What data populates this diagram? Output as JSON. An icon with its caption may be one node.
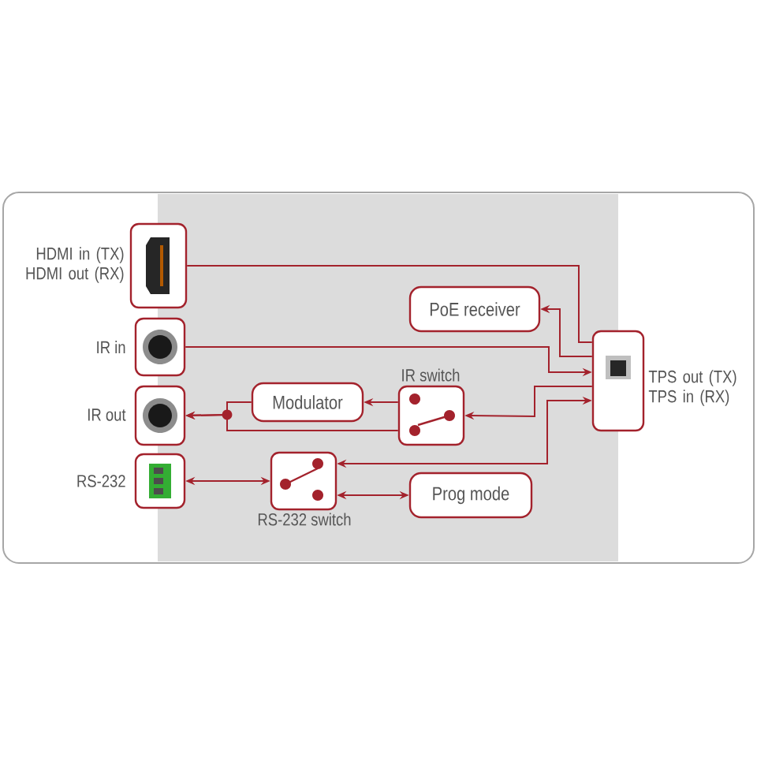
{
  "diagram": {
    "nodes": [
      {
        "text": [
          "HDMI in (TX) HDMI out (RX)"
        ]
      },
      {
        "text": [
          "IR in"
        ]
      },
      {
        "text": [
          "IR out"
        ]
      },
      {
        "text": [
          "RS-232"
        ]
      },
      {
        "text": [
          "PoE receiver"
        ]
      },
      {
        "text": [
          "Modulator"
        ]
      },
      {
        "text": [
          "IR switch"
        ]
      },
      {
        "text": [
          "RS-232 switch"
        ]
      },
      {
        "text": [
          "Prog mode"
        ]
      },
      {
        "text": [
          "TPS out (TX) TPS in (RX)"
        ]
      }
    ],
    "edges": [
      {
        "from": 0,
        "to": 9,
        "arrow": "none"
      },
      {
        "from": 9,
        "to": 4,
        "arrow": "to"
      },
      {
        "from": 1,
        "to": 9,
        "arrow": "to"
      },
      {
        "from": 9,
        "to": 6,
        "arrow": "to"
      },
      {
        "from": 6,
        "to": 5,
        "arrow": "to"
      },
      {
        "from": 5,
        "to": 2,
        "arrow": "to"
      },
      {
        "from": 6,
        "to": 2,
        "arrow": "to"
      },
      {
        "from": 3,
        "to": 7,
        "arrow": "both"
      },
      {
        "from": 7,
        "to": 9,
        "arrow": "both"
      },
      {
        "from": 7,
        "to": 8,
        "arrow": "both"
      }
    ]
  }
}
